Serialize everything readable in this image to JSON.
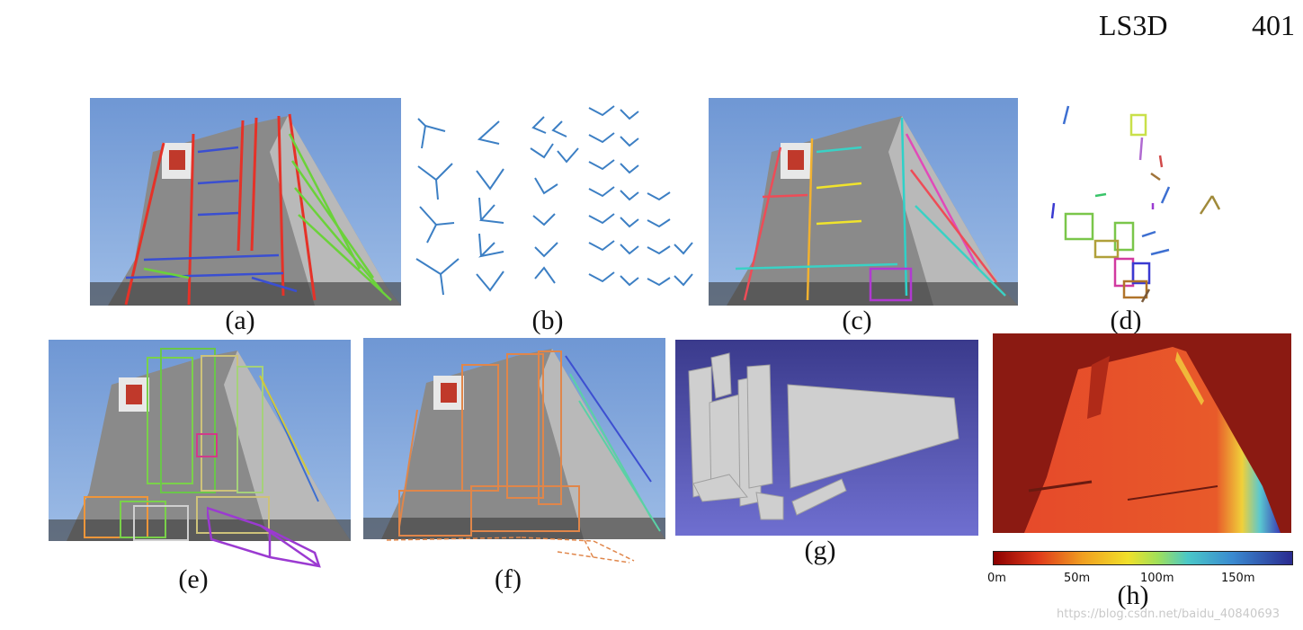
{
  "header": {
    "title": "LS3D",
    "page_number": "401"
  },
  "captions": {
    "a": "(a)",
    "b": "(b)",
    "c": "(c)",
    "d": "(d)",
    "e": "(e)",
    "f": "(f)",
    "g": "(g)",
    "h": "(h)"
  },
  "colorbar": {
    "labels": [
      "0m",
      "50m",
      "100m",
      "150m"
    ]
  },
  "watermark": "https://blog.csdn.net/baidu_40840693"
}
